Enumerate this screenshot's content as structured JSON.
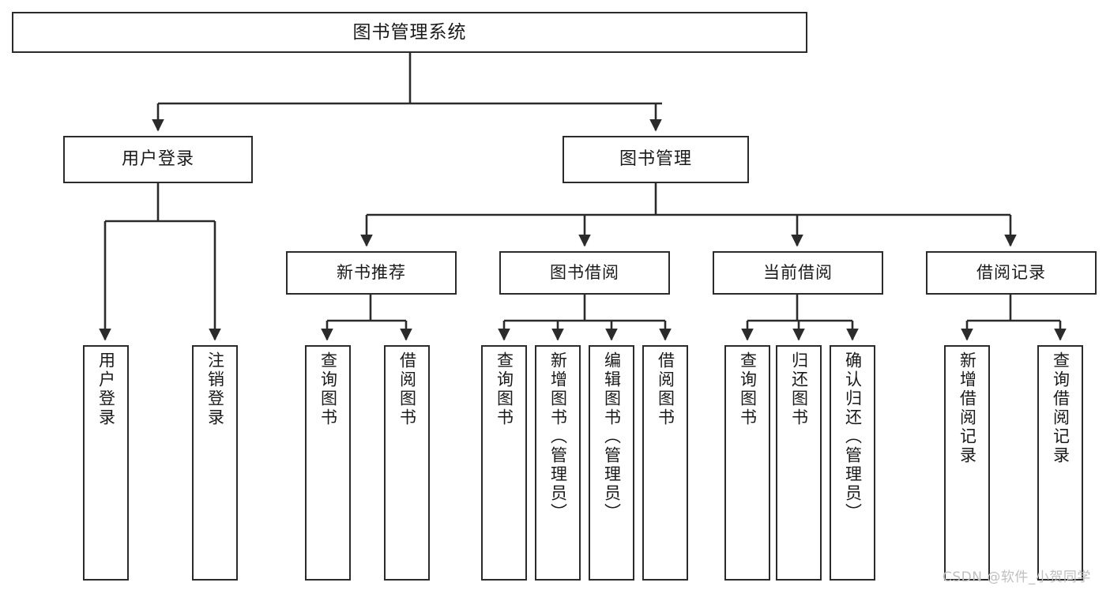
{
  "diagram": {
    "title": "图书管理系统",
    "watermark": "CSDN @软件_小贺同学",
    "line_color": "#2b2b2b",
    "box_border_color": "#2b2b2b",
    "box_fill": "#ffffff",
    "text_color": "#1a1a1a",
    "nodes": {
      "root": {
        "label": "图书管理系统"
      },
      "level2": [
        {
          "label": "用户登录"
        },
        {
          "label": "图书管理"
        }
      ],
      "level3": [
        {
          "label": "新书推荐"
        },
        {
          "label": "图书借阅"
        },
        {
          "label": "当前借阅"
        },
        {
          "label": "借阅记录"
        }
      ],
      "leaves": [
        {
          "label": "用户登录",
          "parent": "用户登录"
        },
        {
          "label": "注销登录",
          "parent": "用户登录"
        },
        {
          "label": "查询图书",
          "parent": "新书推荐"
        },
        {
          "label": "借阅图书",
          "parent": "新书推荐"
        },
        {
          "label": "查询图书",
          "parent": "图书借阅"
        },
        {
          "label": "新增图书（管理员）",
          "parent": "图书借阅"
        },
        {
          "label": "编辑图书（管理员）",
          "parent": "图书借阅"
        },
        {
          "label": "借阅图书",
          "parent": "图书借阅"
        },
        {
          "label": "查询图书",
          "parent": "当前借阅"
        },
        {
          "label": "归还图书",
          "parent": "当前借阅"
        },
        {
          "label": "确认归还（管理员）",
          "parent": "当前借阅"
        },
        {
          "label": "新增借阅记录",
          "parent": "借阅记录"
        },
        {
          "label": "查询借阅记录",
          "parent": "借阅记录"
        }
      ]
    }
  }
}
